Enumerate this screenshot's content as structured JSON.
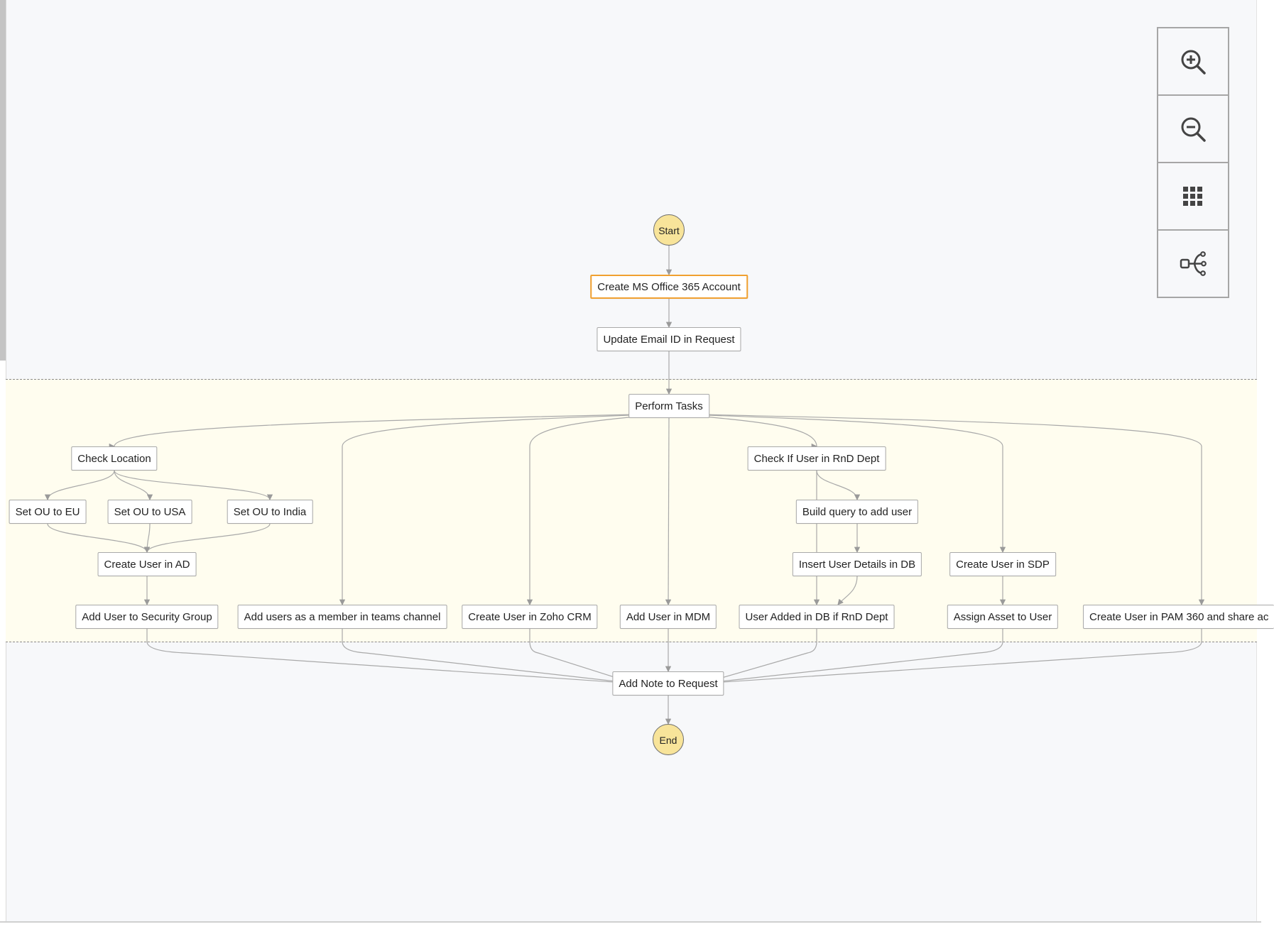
{
  "diagram": {
    "nodes": [
      {
        "id": "start",
        "label": "Start",
        "shape": "circle"
      },
      {
        "id": "create_ms",
        "label": "Create MS Office 365 Account",
        "selected": true
      },
      {
        "id": "update_email",
        "label": "Update Email ID in Request"
      },
      {
        "id": "perform",
        "label": "Perform Tasks"
      },
      {
        "id": "check_loc",
        "label": "Check Location"
      },
      {
        "id": "ou_eu",
        "label": "Set OU to EU"
      },
      {
        "id": "ou_usa",
        "label": "Set OU to USA"
      },
      {
        "id": "ou_india",
        "label": "Set OU to India"
      },
      {
        "id": "create_ad",
        "label": "Create User in AD"
      },
      {
        "id": "add_sec",
        "label": "Add User to Security Group"
      },
      {
        "id": "add_teams",
        "label": "Add users as a member in teams channel"
      },
      {
        "id": "zoho",
        "label": "Create User in Zoho CRM"
      },
      {
        "id": "mdm",
        "label": "Add User in MDM"
      },
      {
        "id": "check_rnd",
        "label": "Check If User in RnD Dept"
      },
      {
        "id": "build_q",
        "label": "Build query to add user"
      },
      {
        "id": "insert_db",
        "label": "Insert User Details in DB"
      },
      {
        "id": "added_db",
        "label": "User Added in DB if RnD Dept"
      },
      {
        "id": "sdp",
        "label": "Create User in SDP"
      },
      {
        "id": "asset",
        "label": "Assign Asset to User"
      },
      {
        "id": "pam",
        "label": "Create User in PAM 360 and share ac"
      },
      {
        "id": "add_note",
        "label": "Add Note to Request"
      },
      {
        "id": "end",
        "label": "End",
        "shape": "circle"
      }
    ],
    "edges": [
      [
        "start",
        "create_ms"
      ],
      [
        "create_ms",
        "update_email"
      ],
      [
        "update_email",
        "perform"
      ],
      [
        "perform",
        "check_loc"
      ],
      [
        "perform",
        "add_teams"
      ],
      [
        "perform",
        "zoho"
      ],
      [
        "perform",
        "mdm"
      ],
      [
        "perform",
        "check_rnd"
      ],
      [
        "perform",
        "sdp"
      ],
      [
        "perform",
        "pam"
      ],
      [
        "check_loc",
        "ou_eu"
      ],
      [
        "check_loc",
        "ou_usa"
      ],
      [
        "check_loc",
        "ou_india"
      ],
      [
        "ou_eu",
        "create_ad"
      ],
      [
        "ou_usa",
        "create_ad"
      ],
      [
        "ou_india",
        "create_ad"
      ],
      [
        "create_ad",
        "add_sec"
      ],
      [
        "check_rnd",
        "build_q"
      ],
      [
        "check_rnd",
        "added_db"
      ],
      [
        "build_q",
        "insert_db"
      ],
      [
        "insert_db",
        "added_db"
      ],
      [
        "sdp",
        "asset"
      ],
      [
        "add_sec",
        "add_note"
      ],
      [
        "add_teams",
        "add_note"
      ],
      [
        "zoho",
        "add_note"
      ],
      [
        "mdm",
        "add_note"
      ],
      [
        "added_db",
        "add_note"
      ],
      [
        "asset",
        "add_note"
      ],
      [
        "pam",
        "add_note"
      ],
      [
        "add_note",
        "end"
      ]
    ]
  },
  "toolbar": {
    "buttons": [
      {
        "id": "zoom_in",
        "icon": "zoom-in-icon"
      },
      {
        "id": "zoom_out",
        "icon": "zoom-out-icon"
      },
      {
        "id": "fit",
        "icon": "grid-icon"
      },
      {
        "id": "layout",
        "icon": "workflow-tree-icon"
      }
    ]
  },
  "colors": {
    "terminal_fill": "#f8e49a",
    "selected_border": "#f0a030",
    "parallel_band": "#fffdef",
    "edge": "#a9a9a9"
  }
}
